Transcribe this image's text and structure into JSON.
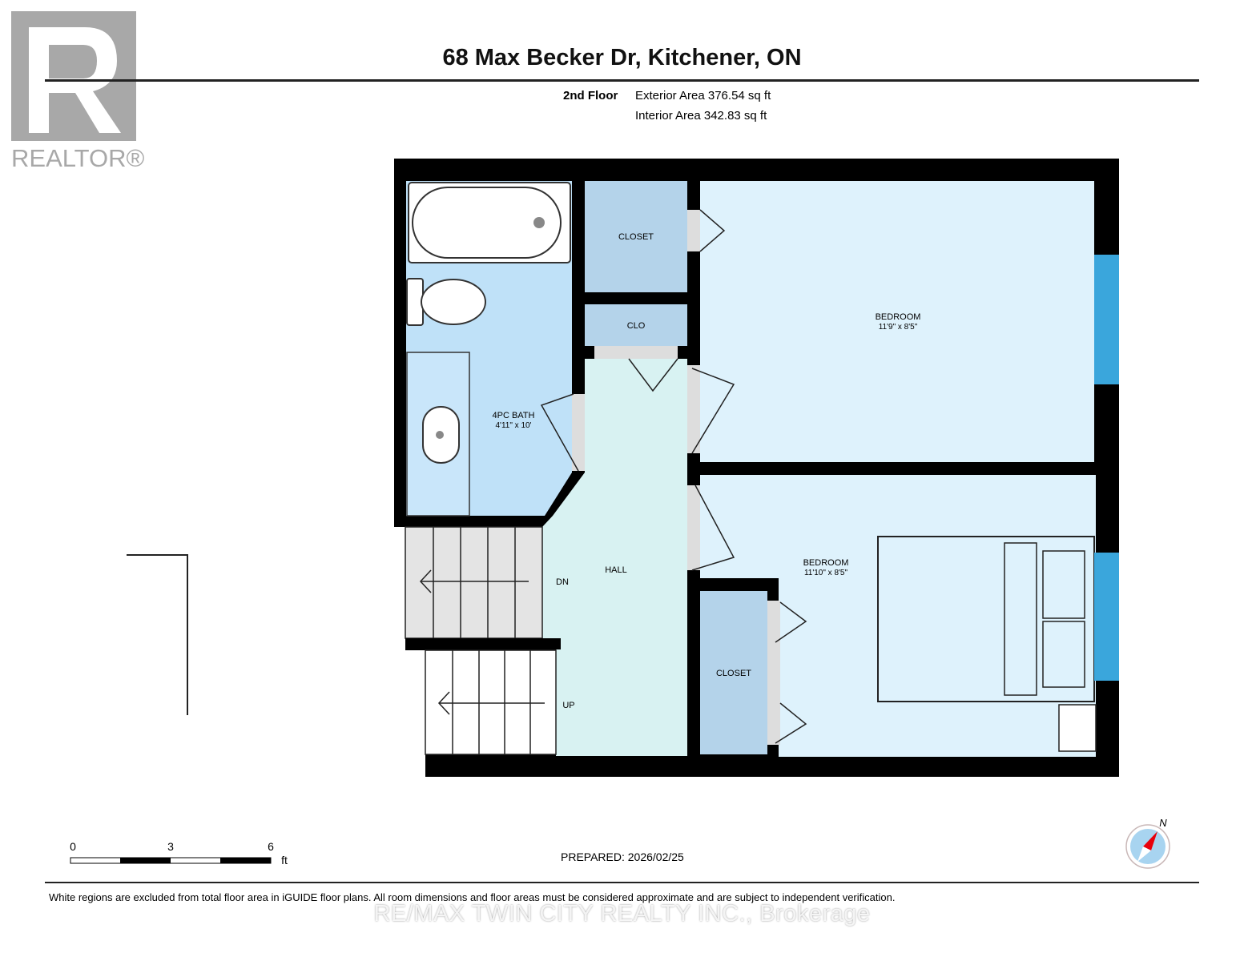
{
  "header": {
    "title": "68 Max Becker Dr, Kitchener, ON",
    "floor": "2nd Floor",
    "exterior_area": "Exterior Area 376.54 sq ft",
    "interior_area": "Interior Area 342.83 sq ft"
  },
  "logo": {
    "text": "REALTOR®"
  },
  "rooms": {
    "bath": {
      "name": "4PC BATH",
      "dims": "4'11\" x 10'"
    },
    "closet_top": {
      "name": "CLOSET"
    },
    "clo": {
      "name": "CLO"
    },
    "bedroom1": {
      "name": "BEDROOM",
      "dims": "11'9\" x 8'5\""
    },
    "bedroom2": {
      "name": "BEDROOM",
      "dims": "11'10\" x 8'5\""
    },
    "closet_bottom": {
      "name": "CLOSET"
    },
    "hall": {
      "name": "HALL"
    },
    "stairs_down": {
      "label": "DN"
    },
    "stairs_up": {
      "label": "UP"
    }
  },
  "scale": {
    "ticks": [
      "0",
      "3",
      "6"
    ],
    "unit": "ft"
  },
  "compass": {
    "label": "N",
    "needle_color": "#e8000b",
    "dial_color": "#a8d4f0"
  },
  "colors": {
    "wall": "#000000",
    "bath": "#bfe1f8",
    "closet": "#b4d3ea",
    "bedroom": "#def2fc",
    "hall": "#d8f2f2",
    "window": "#3aa6dc"
  },
  "footer": {
    "prepared": "PREPARED: 2026/02/25",
    "disclaimer": "White regions are excluded from total floor area in iGUIDE floor plans. All room dimensions and floor areas must be considered approximate and are subject to independent verification.",
    "brokerage": "RE/MAX TWIN CITY REALTY INC., Brokerage"
  }
}
